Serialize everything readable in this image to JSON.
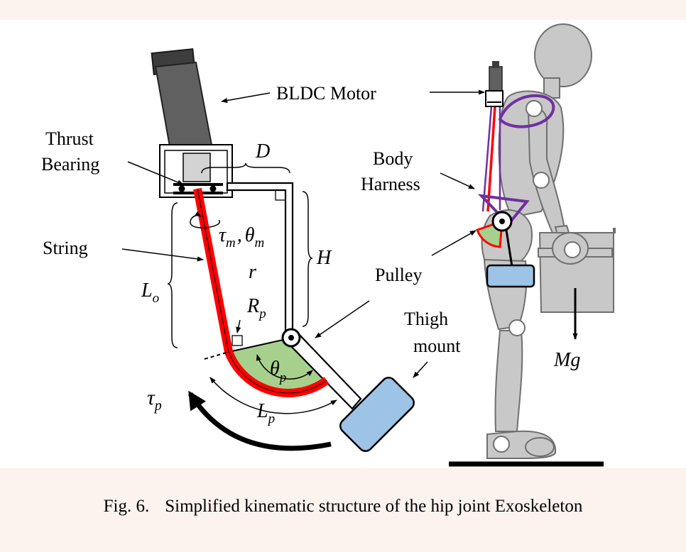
{
  "labels": {
    "bldc_motor": "BLDC Motor",
    "thrust_bearing_1": "Thrust",
    "thrust_bearing_2": "Bearing",
    "string": "String",
    "body_harness_1": "Body",
    "body_harness_2": "Harness",
    "pulley": "Pulley",
    "thigh_mount_1": "Thigh",
    "thigh_mount_2": "mount"
  },
  "symbols": {
    "D": "D",
    "H": "H",
    "r": "r",
    "Lo_main": "L",
    "Lo_sub": "o",
    "Rp_main": "R",
    "Rp_sub": "p",
    "theta_p_main": "θ",
    "theta_p_sub": "p",
    "Lp_main": "L",
    "Lp_sub": "p",
    "tau_p_main": "τ",
    "tau_p_sub": "p",
    "tau_m_main": "τ",
    "tau_m_sub": "m",
    "comma": ",",
    "theta_m_main": "θ",
    "theta_m_sub": "m",
    "Mg": "Mg"
  },
  "caption": {
    "number": "Fig. 6.",
    "text": "Simplified kinematic structure of the hip joint Exoskeleton"
  },
  "colors": {
    "motor_body": "#606060",
    "motor_cap": "#3d3d3d",
    "string": "#ff0000",
    "pulley": "#a8d08d",
    "thigh_mount": "#9dc3e6",
    "harness": "#7030a0",
    "mannequin": "#c8c8c8",
    "background": "#fcf3ee"
  }
}
